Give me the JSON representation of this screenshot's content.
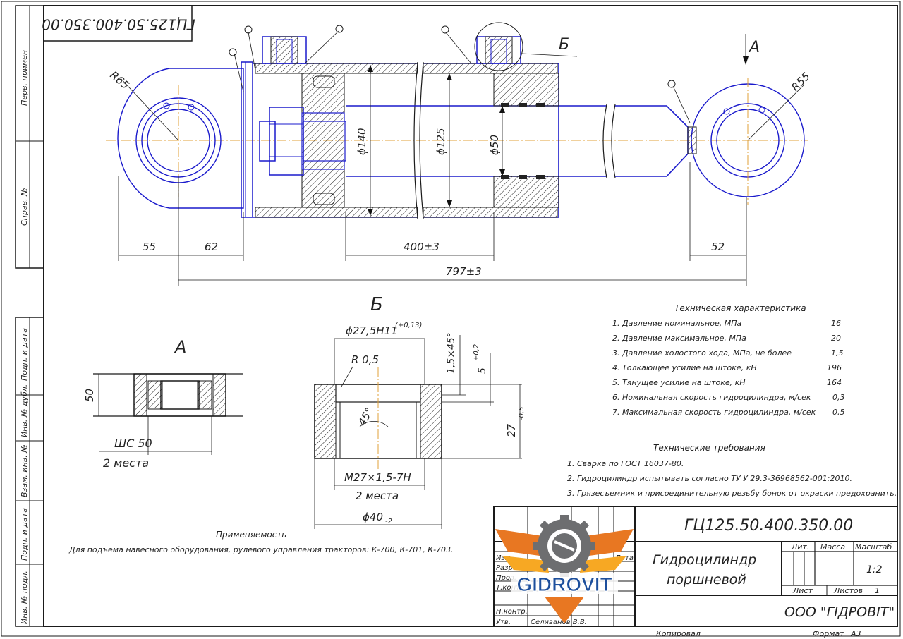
{
  "drawing": {
    "number": "ГЦ125.50.400.350.00",
    "number_rotated": "ГЦ125.50.400.350.00",
    "section_b_label": "Б",
    "view_a_label": "А"
  },
  "dims": {
    "r65": "R65",
    "r55": "R55",
    "d140": "ϕ140",
    "d125": "ϕ125",
    "d50": "ϕ50",
    "d55": "55",
    "d62": "62",
    "d400": "400±3",
    "d797": "797±3",
    "d52": "52"
  },
  "view_a": {
    "title": "А",
    "dim50": "50",
    "label": "ШС 50",
    "places": "2 места"
  },
  "view_b": {
    "title": "Б",
    "d27": "ϕ27,5Н11",
    "d27_tol": "(+0,13)",
    "r05": "R 0,5",
    "chamfer": "1,5×45°",
    "five": "5",
    "five_tol": "+0,2",
    "angle": "45°",
    "h27": "27",
    "h27_tol": "-0,5",
    "thread": "М27×1,5-7Н",
    "places": "2 места",
    "d40": "ϕ40",
    "d40_tol": "-2"
  },
  "tech_char": {
    "title": "Техническая характеристика",
    "rows": [
      {
        "label": "1. Давление номинальное, МПа",
        "value": "16"
      },
      {
        "label": "2. Давление максимальное, МПа",
        "value": "20"
      },
      {
        "label": "3. Давление холостого хода, МПа, не более",
        "value": "1,5"
      },
      {
        "label": "4. Толкающее усилие на штоке, кН",
        "value": "196"
      },
      {
        "label": "5. Тянущее усилие на штоке, кН",
        "value": "164"
      },
      {
        "label": "6. Номинальная скорость гидроцилиндра, м/сек",
        "value": "0,3"
      },
      {
        "label": "7. Максимальная скорость гидроцилиндра, м/сек",
        "value": "0,5"
      }
    ]
  },
  "tech_req": {
    "title": "Технические требования",
    "rows": [
      "1. Сварка по ГОСТ 16037-80.",
      "2. Гидроцилиндр испытывать согласно ТУ У 29.3-36968562-001:2010.",
      "3. Грязесъемник и присоединительную резьбу бонок от окраски предохранить."
    ]
  },
  "applicability": {
    "title": "Применяемость",
    "text": "Для подъема навесного оборудования, рулевого управления тракторов: К-700, К-701, К-703."
  },
  "side_strip": {
    "perv_primen": "Перв. примен",
    "sprav": "Справ. №",
    "podp_data": "Подп. и дата",
    "inv_dubl": "Инв. № дубл.",
    "vzam_inv": "Взам. инв. №",
    "podp_data2": "Подп. и дата",
    "inv_podl": "Инв. № подл."
  },
  "title_block": {
    "designation": "ГЦ125.50.400.350.00",
    "name_line1": "Гидроцилиндр",
    "name_line2": "поршневой",
    "lit": "Лит.",
    "massa": "Масса",
    "masshtab": "Масштаб",
    "scale": "1:2",
    "list": "Лист",
    "listov": "Листов",
    "listov_value": "1",
    "company": "ООО \"ГІДРОВІТ\"",
    "izm": "Изм.",
    "razrab": "Разраб.",
    "prov": "Пров.",
    "tkontr": "Т.контр.",
    "nkontr": "Н.контр.",
    "utv": "Утв.",
    "data": "Дата",
    "approver": "Селиванов В.В.",
    "kopiroval": "Копировал",
    "format": "Формат",
    "format_value": "А3"
  },
  "logo": {
    "text": "GIDROVIT",
    "colors": {
      "wing": "#e87722",
      "gear": "#6d6e70",
      "text": "#1d4f9c",
      "accent": "#f7a823"
    }
  }
}
